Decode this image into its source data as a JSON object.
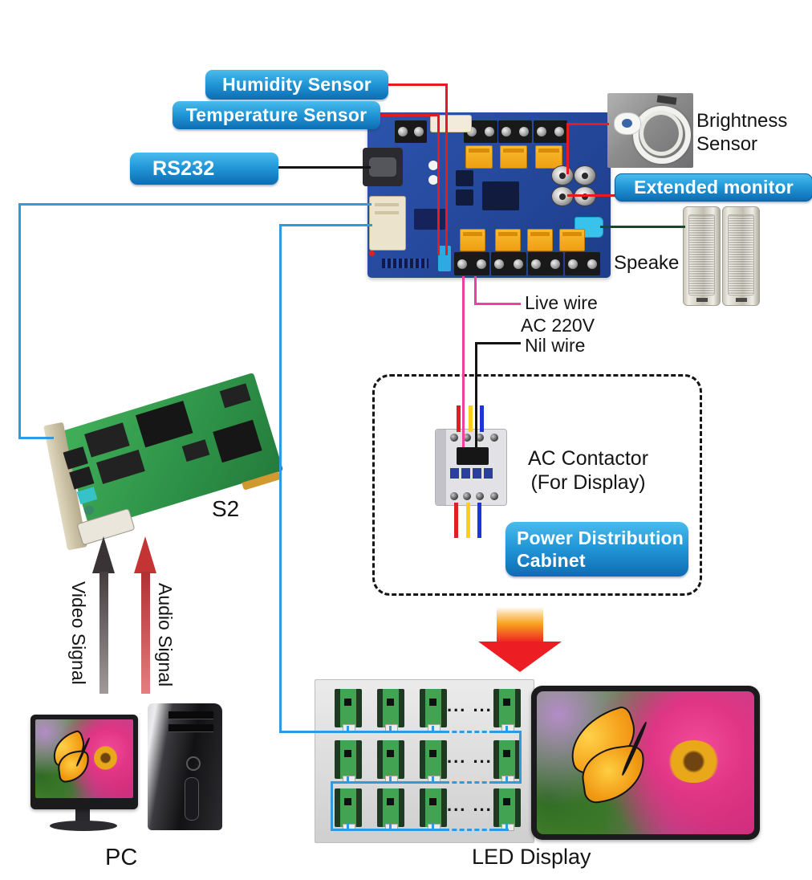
{
  "labels": {
    "humidity": "Humidity Sensor",
    "temperature": "Temperature Sensor",
    "rs232": "RS232",
    "extended_monitor": "Extended monitor",
    "power_line1": "Power Distribution",
    "power_line2": "Cabinet"
  },
  "notes": {
    "brightness_line1": "Brightness",
    "brightness_line2": "Sensor",
    "speaker": "Speake",
    "live_wire": "Live wire",
    "ac_voltage": "AC 220V",
    "nil_wire": "Nil wire",
    "contactor_line1": "AC Contactor",
    "contactor_line2": "(For Display)",
    "s2": "S2",
    "video_signal": "Video Signal",
    "audio_signal": "Audio Signal",
    "pc": "PC",
    "led_display": "LED Display",
    "dots": "... ..."
  },
  "colors": {
    "label_blue_top": "#49bbec",
    "label_blue_bottom": "#0e6cb2",
    "wire_red": "#e8191f",
    "wire_pink": "#f23e9c",
    "wire_blue": "#2e9ae2",
    "wire_green": "#17492b",
    "wire_black": "#141414",
    "arrow_red": "#ec1e24",
    "pcb_blue": "#2750a5",
    "pcb_green": "#35a653",
    "relay_yellow": "#f2a71c"
  }
}
